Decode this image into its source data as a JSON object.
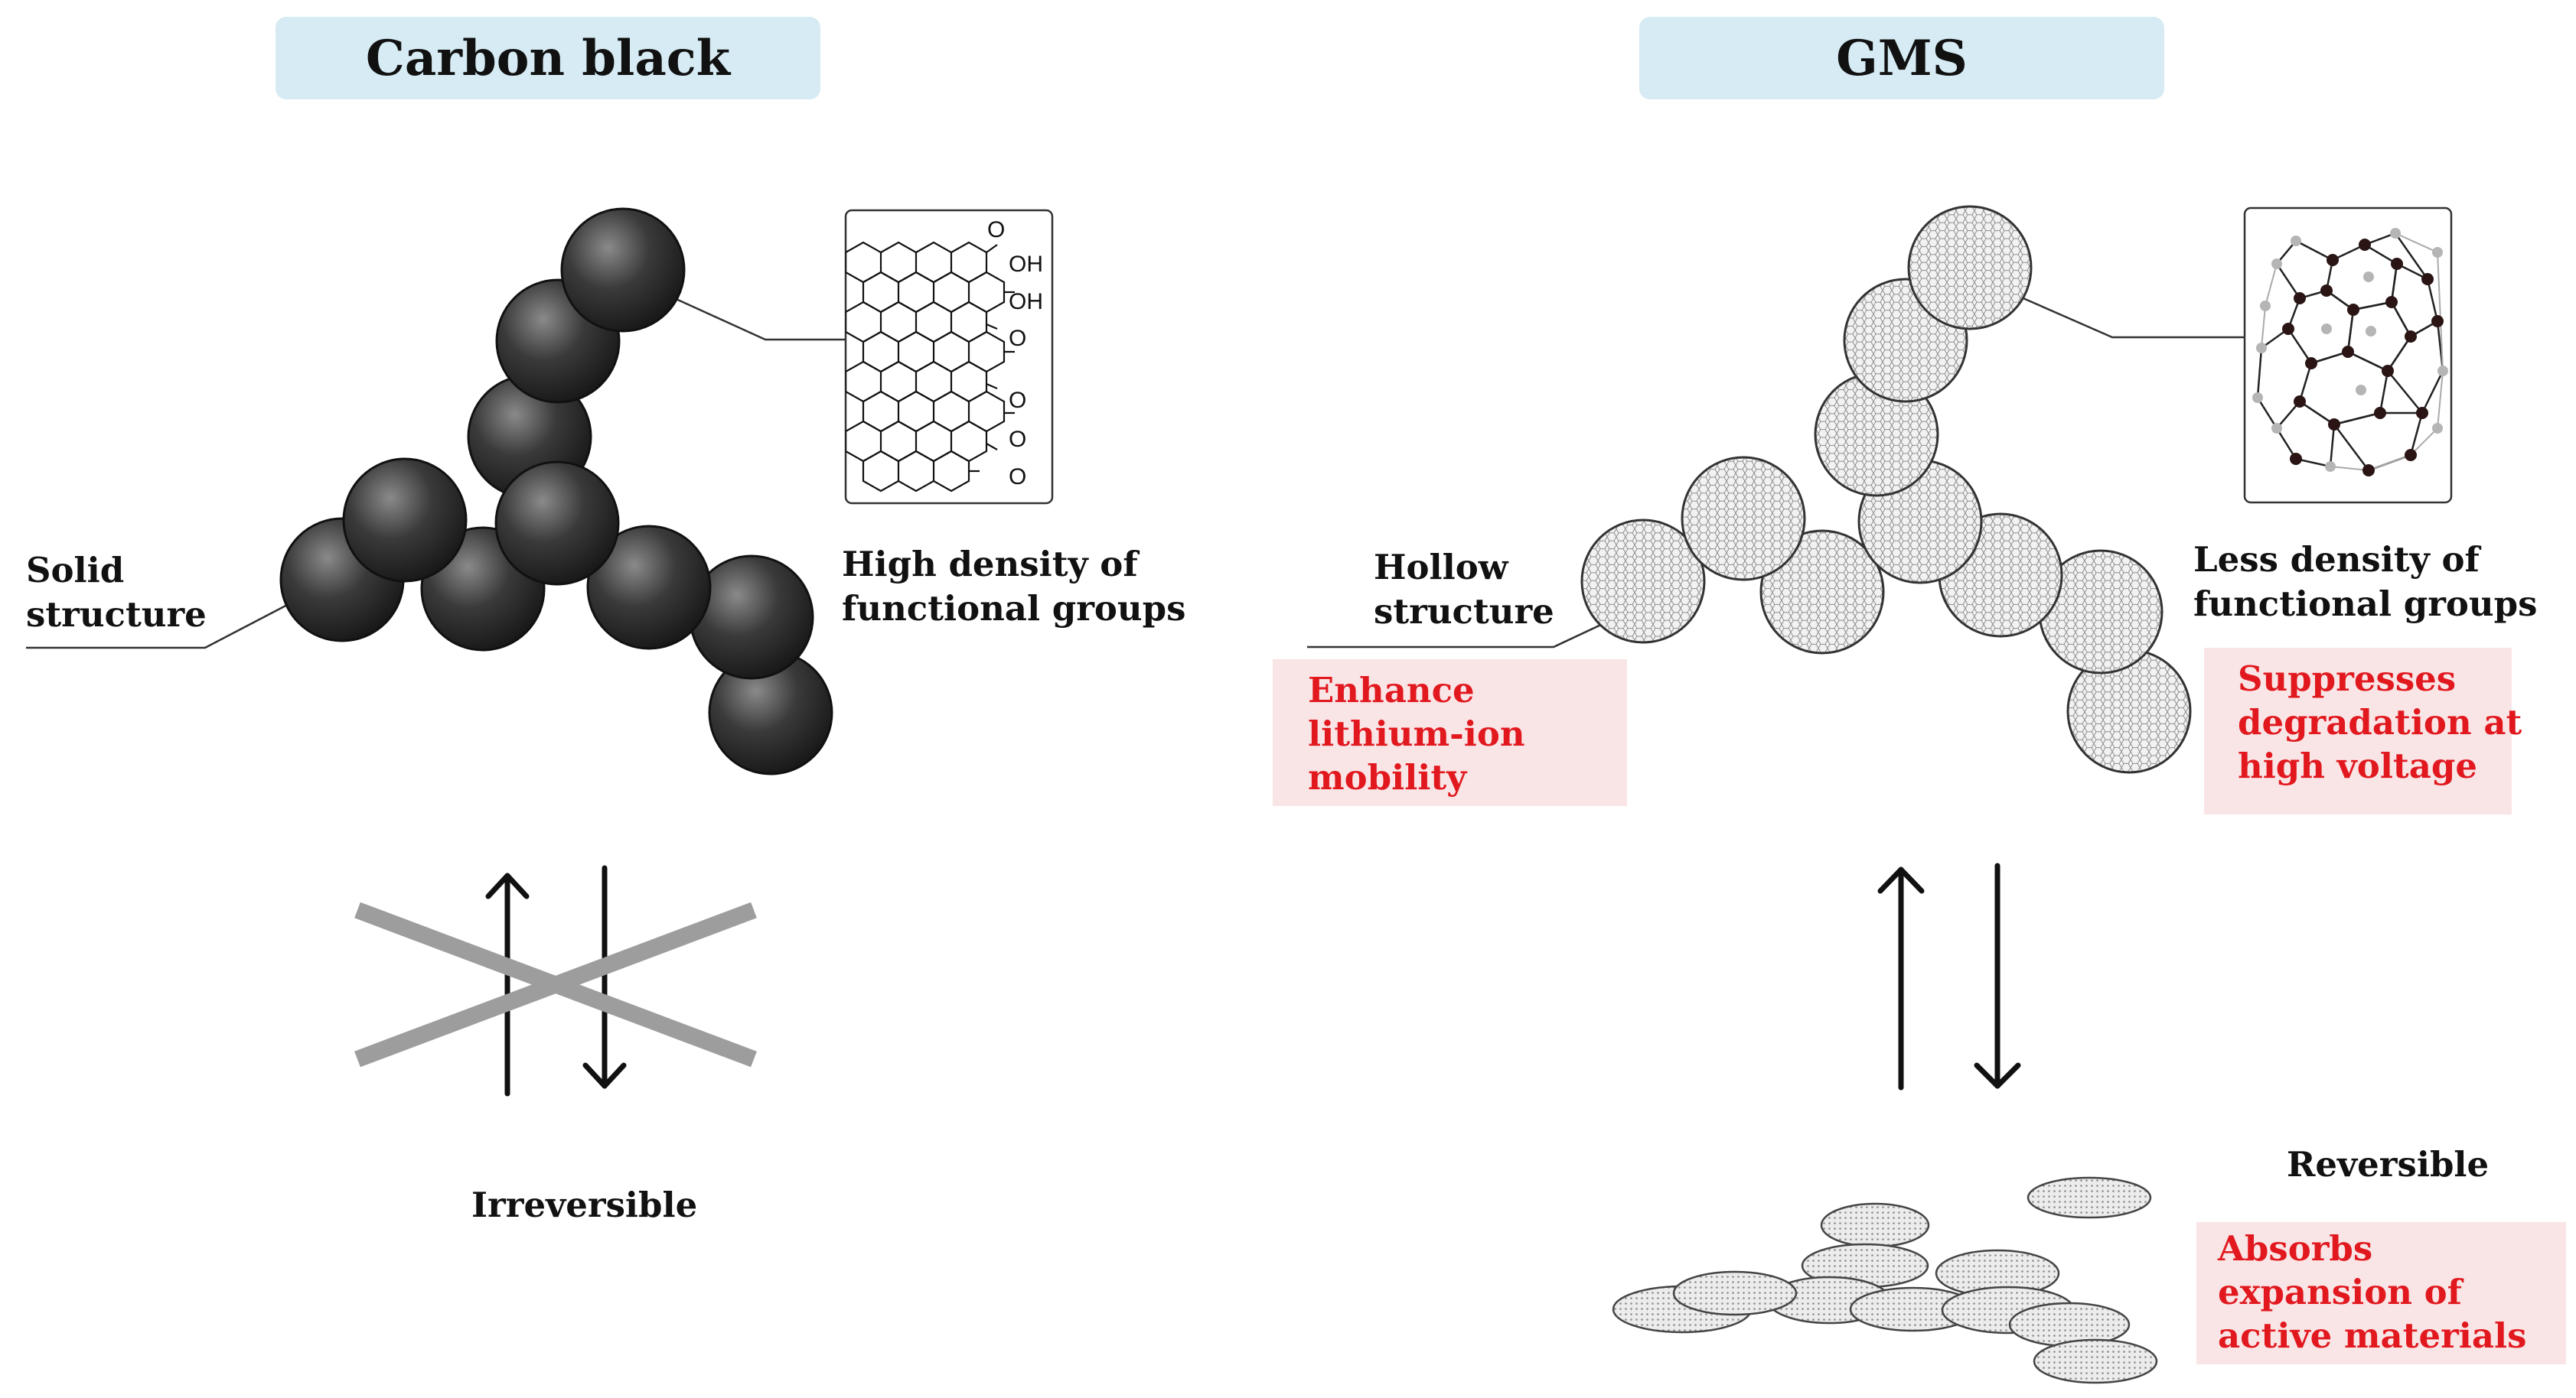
{
  "carbon_black": {
    "title": "Carbon black",
    "solid_label": {
      "l1": "Solid",
      "l2": "structure"
    },
    "density_label": {
      "l1": "High density of",
      "l2": "functional groups"
    },
    "chem_groups": {
      "oh1": "OH",
      "oh2": "OH",
      "o1": "O",
      "o2": "O",
      "o3": "O",
      "o4": "O",
      "o5": "O"
    },
    "status": "Irreversible"
  },
  "gms": {
    "title": "GMS",
    "hollow_label": {
      "l1": "Hollow",
      "l2": "structure"
    },
    "density_label": {
      "l1": "Less density of",
      "l2": "functional groups"
    },
    "status": "Reversible",
    "notes": {
      "mobility": {
        "l1": "Enhance",
        "l2": "lithium-ion",
        "l3": "mobility"
      },
      "voltage": {
        "l1": "Suppresses",
        "l2": "degradation at",
        "l3": "high voltage"
      },
      "expansion": {
        "l1": "Absorbs",
        "l2": "expansion of",
        "l3": "active materials"
      }
    }
  },
  "colors": {
    "header_bg": "#d6ebf3",
    "note_bg": "#fae5e6",
    "note_text": "#e1191f",
    "sphere_dark": "#3a3a3a",
    "cross": "#9d9d9d"
  }
}
